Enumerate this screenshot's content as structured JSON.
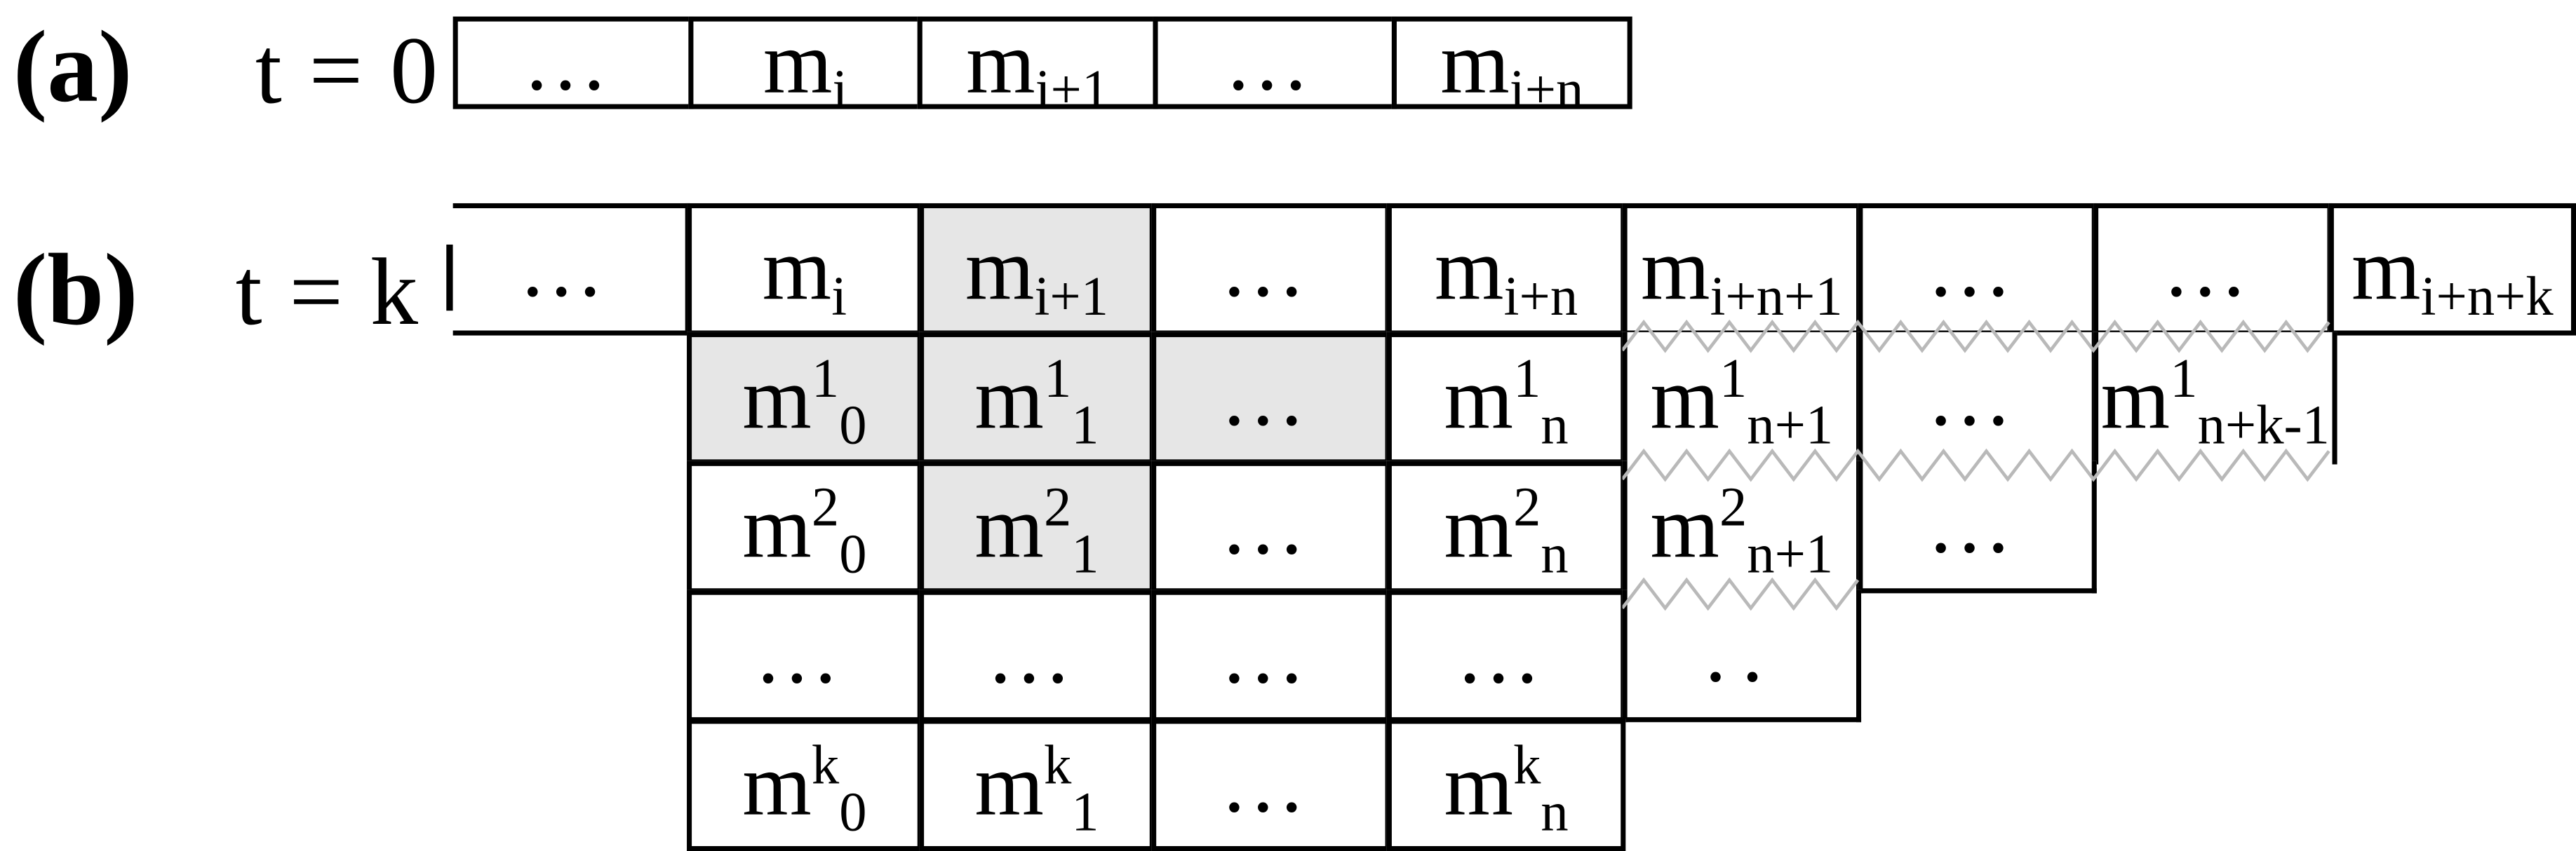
{
  "figure": {
    "panels": [
      {
        "tag": "(a)",
        "time_label": "t = 0",
        "rows": [
          {
            "cells": [
              {
                "text": "…",
                "shaded": false
              },
              {
                "text": "mi",
                "shaded": false
              },
              {
                "text": "mi+1",
                "shaded": false
              },
              {
                "text": "…",
                "shaded": false
              },
              {
                "text": "mi+n",
                "shaded": false
              }
            ]
          }
        ]
      },
      {
        "tag": "(b)",
        "time_label": "t = k",
        "rows": [
          {
            "name": "row-t0",
            "cells": [
              {
                "text": "…",
                "shaded": false
              },
              {
                "text": "mi",
                "shaded": false
              },
              {
                "text": "mi+1",
                "shaded": true
              },
              {
                "text": "…",
                "shaded": false
              },
              {
                "text": "mi+n",
                "shaded": false
              },
              {
                "text": "mi+n+1",
                "shaded": false
              },
              {
                "text": "…",
                "shaded": false
              },
              {
                "text": "…",
                "shaded": false
              },
              {
                "text": "mi+n+k",
                "shaded": false
              }
            ]
          },
          {
            "name": "row-m1",
            "cells": [
              {
                "text": "m10",
                "shaded": true
              },
              {
                "text": "m11",
                "shaded": true
              },
              {
                "text": "…",
                "shaded": true
              },
              {
                "text": "m1n",
                "shaded": false
              },
              {
                "text": "m1n+1",
                "shaded": false
              },
              {
                "text": "…",
                "shaded": false
              },
              {
                "text": "m1n+k-1",
                "shaded": false
              }
            ]
          },
          {
            "name": "row-m2",
            "cells": [
              {
                "text": "m20",
                "shaded": false
              },
              {
                "text": "m21",
                "shaded": true
              },
              {
                "text": "…",
                "shaded": false
              },
              {
                "text": "m2n",
                "shaded": false
              },
              {
                "text": "m2n+1",
                "shaded": false
              },
              {
                "text": "…",
                "shaded": false
              }
            ]
          },
          {
            "name": "row-dots",
            "cells": [
              {
                "text": "…",
                "shaded": false
              },
              {
                "text": "…",
                "shaded": false
              },
              {
                "text": "…",
                "shaded": false
              },
              {
                "text": "…",
                "shaded": false
              },
              {
                "text": "..",
                "shaded": false
              }
            ]
          },
          {
            "name": "row-mk",
            "cells": [
              {
                "text": "mk0",
                "shaded": false
              },
              {
                "text": "mk1",
                "shaded": false
              },
              {
                "text": "…",
                "shaded": false
              },
              {
                "text": "mkn",
                "shaded": false
              }
            ]
          }
        ]
      }
    ],
    "colors": {
      "stroke": "#000000",
      "shade": "#e6e6e6",
      "zigzag": "#b9b9b9",
      "background": "#ffffff"
    },
    "cell_labels": {
      "ellipsis": "…",
      "ellipsis_short": "..",
      "m_i": "mi",
      "m_i_plus_1": "mi+1",
      "m_i_plus_n": "mi+n",
      "m_i_plus_n_plus_1": "mi+n+1",
      "m_i_plus_n_plus_k": "mi+n+k",
      "m1_0": "m10",
      "m1_1": "m11",
      "m1_n": "m1n",
      "m1_n_plus_1": "m1n+1",
      "m1_n_plus_k_minus_1": "m1n+k-1",
      "m2_0": "m20",
      "m2_1": "m21",
      "m2_n": "m2n",
      "m2_n_plus_1": "m2n+1",
      "mk_0": "mk0",
      "mk_1": "mk1",
      "mk_n": "mkn"
    }
  }
}
